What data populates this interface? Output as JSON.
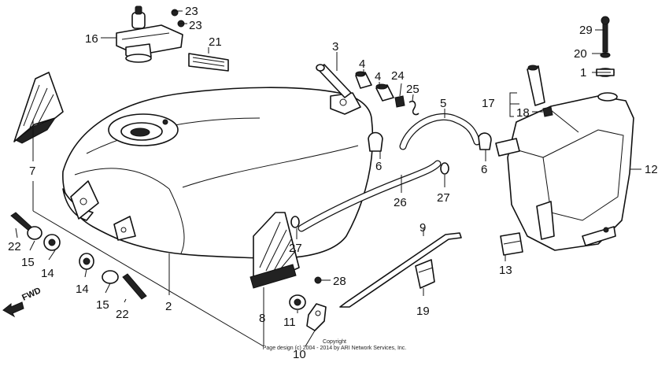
{
  "diagram": {
    "callouts": [
      {
        "id": "c1",
        "text": "1"
      },
      {
        "id": "c2",
        "text": "2"
      },
      {
        "id": "c3",
        "text": "3"
      },
      {
        "id": "c4a",
        "text": "4"
      },
      {
        "id": "c4b",
        "text": "4"
      },
      {
        "id": "c5",
        "text": "5"
      },
      {
        "id": "c6a",
        "text": "6"
      },
      {
        "id": "c6b",
        "text": "6"
      },
      {
        "id": "c7",
        "text": "7"
      },
      {
        "id": "c8",
        "text": "8"
      },
      {
        "id": "c9",
        "text": "9"
      },
      {
        "id": "c10",
        "text": "10"
      },
      {
        "id": "c11",
        "text": "11"
      },
      {
        "id": "c12",
        "text": "12"
      },
      {
        "id": "c13",
        "text": "13"
      },
      {
        "id": "c14a",
        "text": "14"
      },
      {
        "id": "c14b",
        "text": "14"
      },
      {
        "id": "c15a",
        "text": "15"
      },
      {
        "id": "c15b",
        "text": "15"
      },
      {
        "id": "c16",
        "text": "16"
      },
      {
        "id": "c17",
        "text": "17"
      },
      {
        "id": "c18",
        "text": "18"
      },
      {
        "id": "c19",
        "text": "19"
      },
      {
        "id": "c20",
        "text": "20"
      },
      {
        "id": "c21",
        "text": "21"
      },
      {
        "id": "c22a",
        "text": "22"
      },
      {
        "id": "c22b",
        "text": "22"
      },
      {
        "id": "c23a",
        "text": "23"
      },
      {
        "id": "c23b",
        "text": "23"
      },
      {
        "id": "c24",
        "text": "24"
      },
      {
        "id": "c25",
        "text": "25"
      },
      {
        "id": "c26",
        "text": "26"
      },
      {
        "id": "c27a",
        "text": "27"
      },
      {
        "id": "c27b",
        "text": "27"
      },
      {
        "id": "c28",
        "text": "28"
      },
      {
        "id": "c29",
        "text": "29"
      }
    ],
    "fwd_label": "FWD",
    "copyright_line1": "Copyright",
    "copyright_line2": "Page design (c) 2004 - 2014 by ARI Network Services, Inc."
  }
}
